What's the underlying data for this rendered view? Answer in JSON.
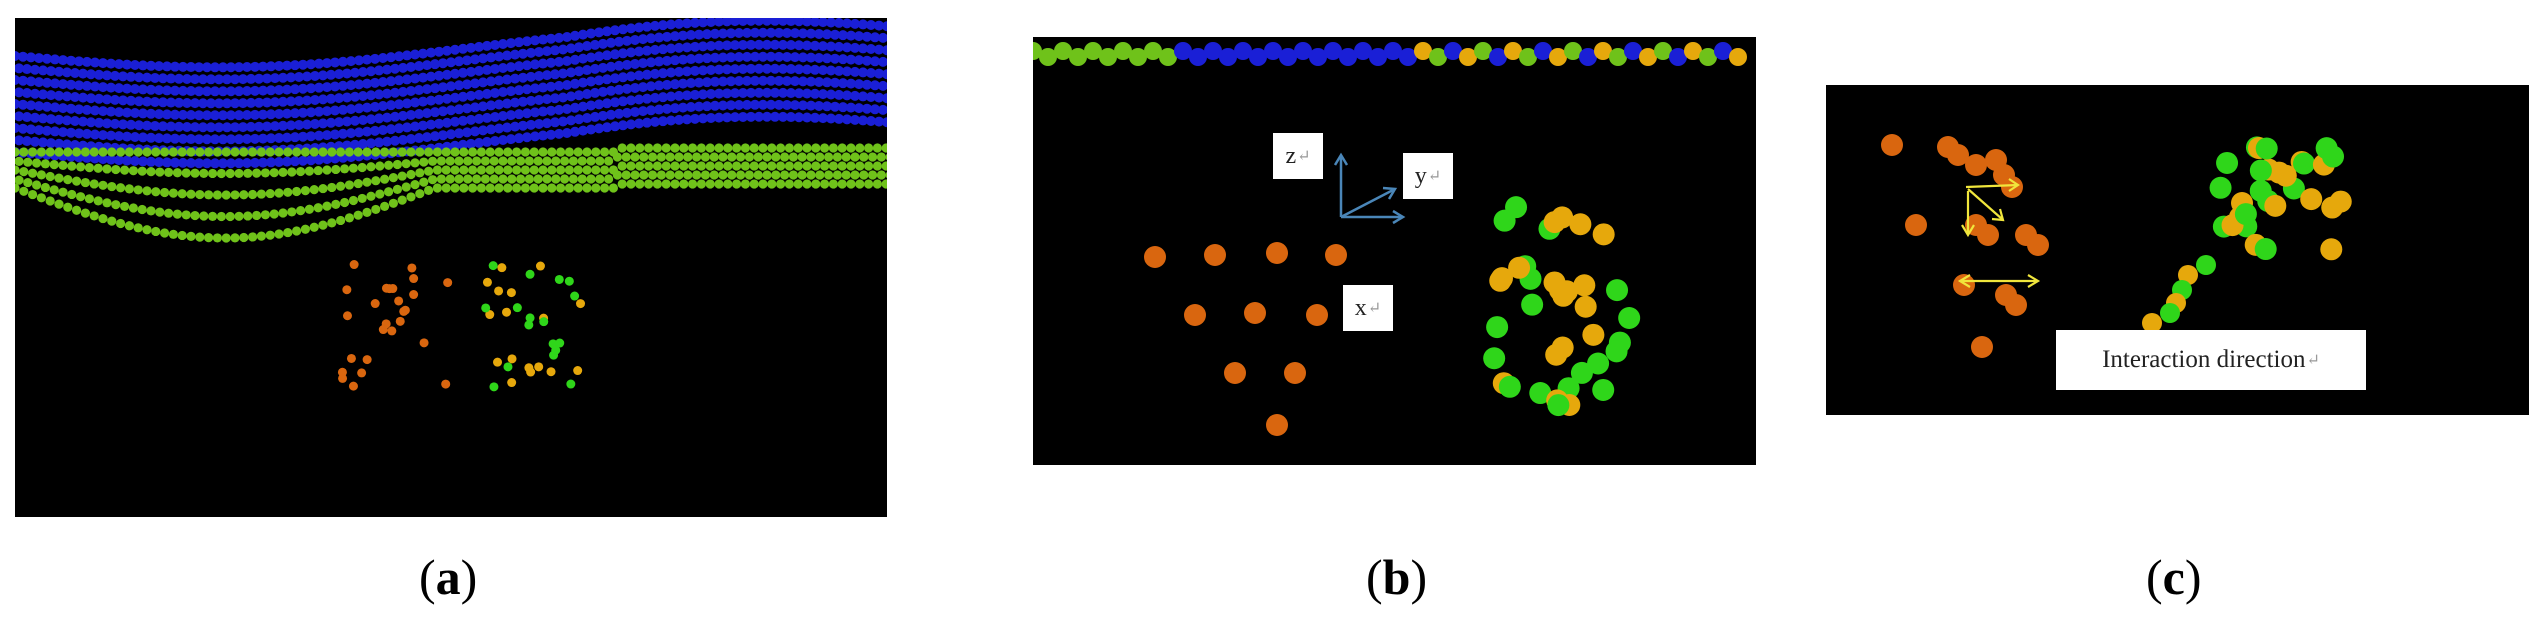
{
  "panels": {
    "a": {
      "caption": "a"
    },
    "b": {
      "caption": "b",
      "axis_labels": {
        "z": "z",
        "y": "y",
        "x": "x"
      }
    },
    "c": {
      "caption": "c",
      "annotation": "Interaction direction"
    }
  },
  "return_mark": "↵",
  "colors": {
    "background": "#000000",
    "blue_particles": "#1a1fd6",
    "green_particles": "#6fc21a",
    "orange_particles": "#d9660f",
    "yellow_particles": "#e6a80c",
    "bright_green_particles": "#2fd61a",
    "axis_arrows": "#4a86b8",
    "interaction_arrows": "#f0e63c"
  }
}
